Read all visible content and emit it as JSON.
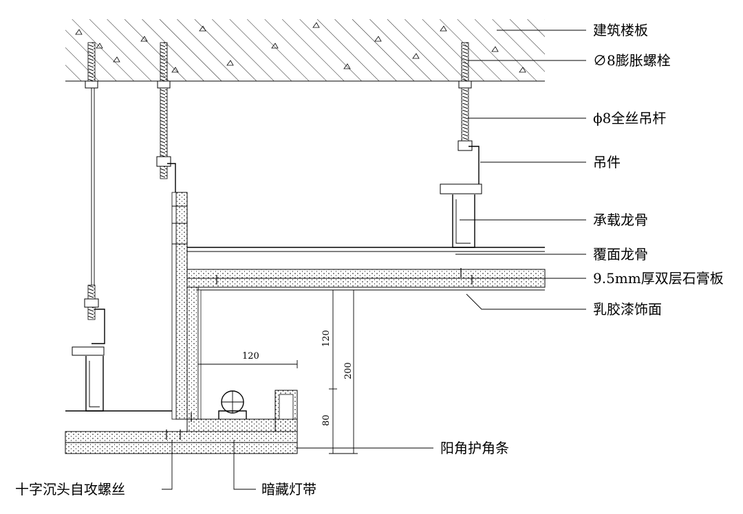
{
  "labels": {
    "floor_slab": "建筑楼板",
    "expansion_bolt": "∅8膨胀螺栓",
    "threaded_rod": "ϕ8全丝吊杆",
    "hanger": "吊件",
    "main_runner": "承载龙骨",
    "cover_runner": "覆面龙骨",
    "gypsum_board": "9.5mm厚双层石膏板",
    "latex_finish": "乳胶漆饰面",
    "corner_guard": "阳角护角条",
    "screw": "十字沉头自攻螺丝",
    "hidden_light": "暗藏灯带"
  },
  "dimensions": {
    "d_120_h": "120",
    "d_120_v": "120",
    "d_80_v": "80",
    "d_200_v": "200"
  }
}
